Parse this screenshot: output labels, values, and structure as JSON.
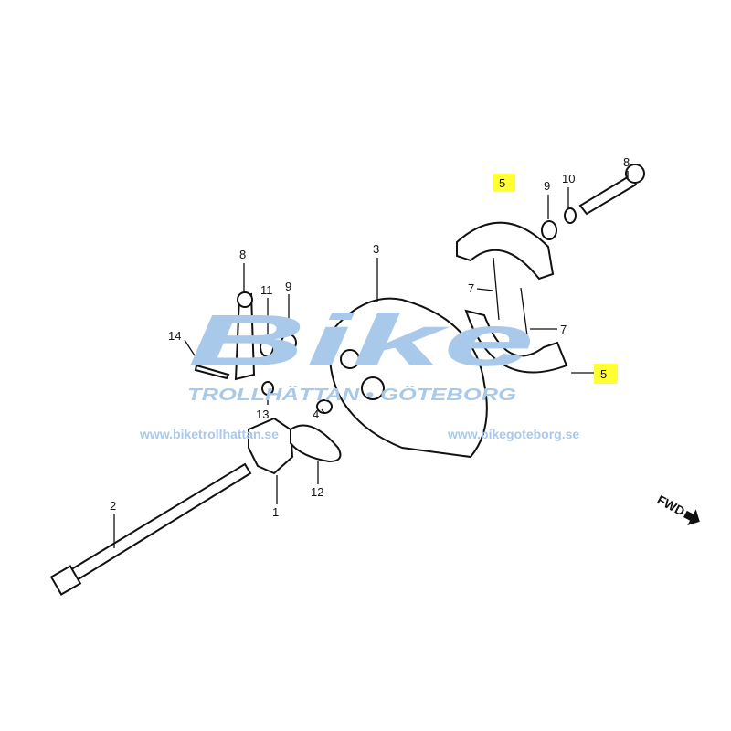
{
  "diagram": {
    "callouts": {
      "c1": "1",
      "c2": "2",
      "c3": "3",
      "c4": "4",
      "c5a": "5",
      "c5b": "5",
      "c7a": "7",
      "c7b": "7",
      "c8a": "8",
      "c8b": "8",
      "c9a": "9",
      "c9b": "9",
      "c10": "10",
      "c11": "11",
      "c12": "12",
      "c13": "13",
      "c14": "14"
    },
    "fwd_label": "FWD",
    "highlight_color": "#ffff33"
  },
  "watermark": {
    "logo": "Bike",
    "tagline": "TROLLHÄTTAN • GÖTEBORG",
    "url_left": "www.biketrollhattan.se",
    "url_right": "www.bikegoteborg.se"
  }
}
